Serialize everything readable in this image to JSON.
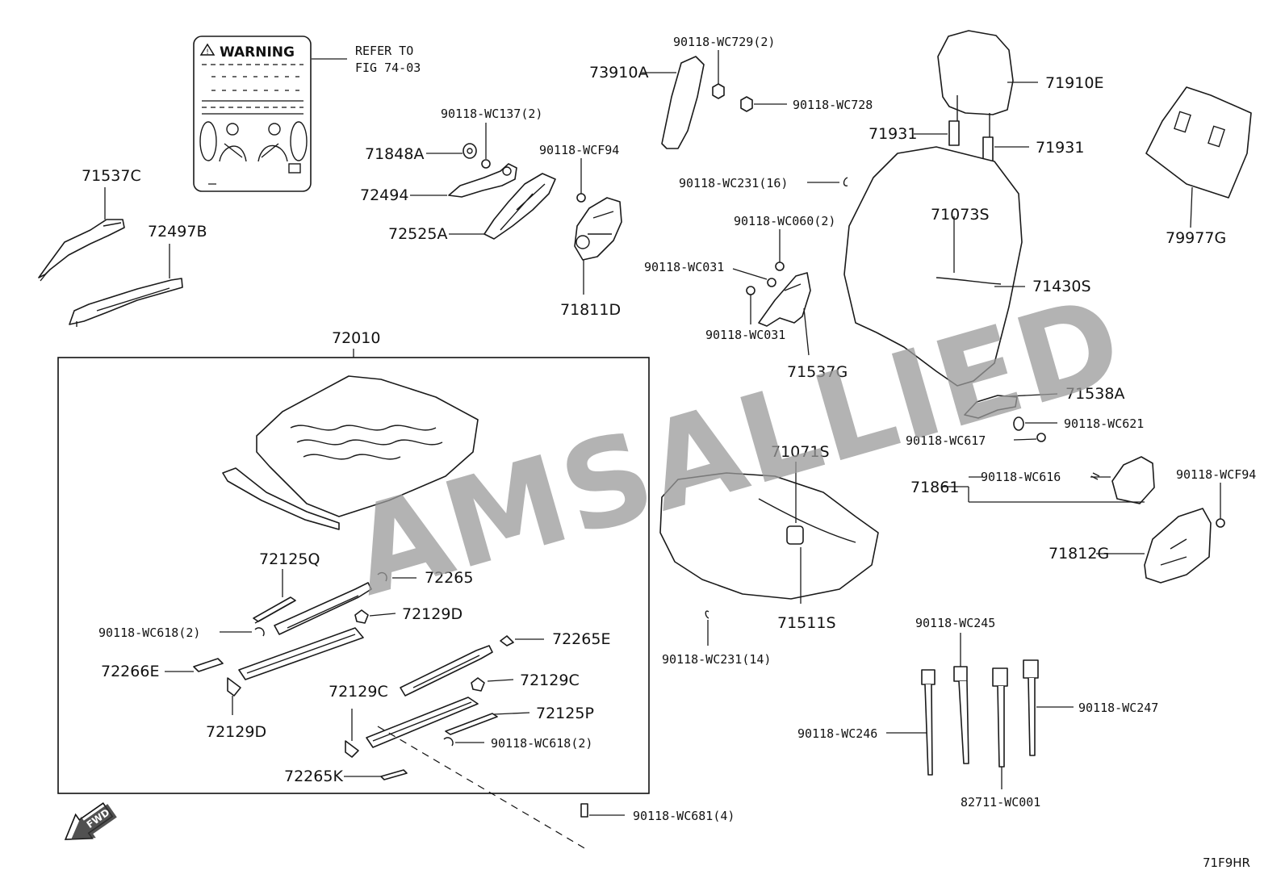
{
  "watermark": "AMSALLIED",
  "drawing_code": "71F9HR",
  "fwd": "FWD",
  "warning_label": {
    "title": "WARNING",
    "refer_line1": "REFER TO",
    "refer_line2": "FIG 74-03"
  },
  "labels": {
    "p71537C": "71537C",
    "p72497B": "72497B",
    "p71848A": "71848A",
    "p72494": "72494",
    "p72525A": "72525A",
    "wc137": "90118-WC137(2)",
    "wcf94_a": "90118-WCF94",
    "p71811D": "71811D",
    "wc729": "90118-WC729(2)",
    "p73910A": "73910A",
    "wc728": "90118-WC728",
    "wc231_16": "90118-WC231(16)",
    "wc060": "90118-WC060(2)",
    "wc031_a": "90118-WC031",
    "wc031_b": "90118-WC031",
    "p71537G": "71537G",
    "p71910E": "71910E",
    "p71931_a": "71931",
    "p71931_b": "71931",
    "p71073S": "71073S",
    "p71430S": "71430S",
    "p79977G": "79977G",
    "p71538A": "71538A",
    "wc621": "90118-WC621",
    "wc617": "90118-WC617",
    "p71071S": "71071S",
    "p71861": "71861",
    "wc616": "90118-WC616",
    "wcf94_b": "90118-WCF94",
    "p71812G": "71812G",
    "p71511S": "71511S",
    "wc231_14": "90118-WC231(14)",
    "wc245": "90118-WC245",
    "wc246": "90118-WC246",
    "wc247": "90118-WC247",
    "wc001": "82711-WC001",
    "p72010": "72010",
    "p72125Q": "72125Q",
    "p72265": "72265",
    "wc618_a": "90118-WC618(2)",
    "p72129D_a": "72129D",
    "p72265E": "72265E",
    "p72266E": "72266E",
    "p72129C_a": "72129C",
    "p72129C_b": "72129C",
    "p72129D_b": "72129D",
    "p72125P": "72125P",
    "wc618_b": "90118-WC618(2)",
    "p72265K": "72265K",
    "wc681": "90118-WC681(4)"
  }
}
